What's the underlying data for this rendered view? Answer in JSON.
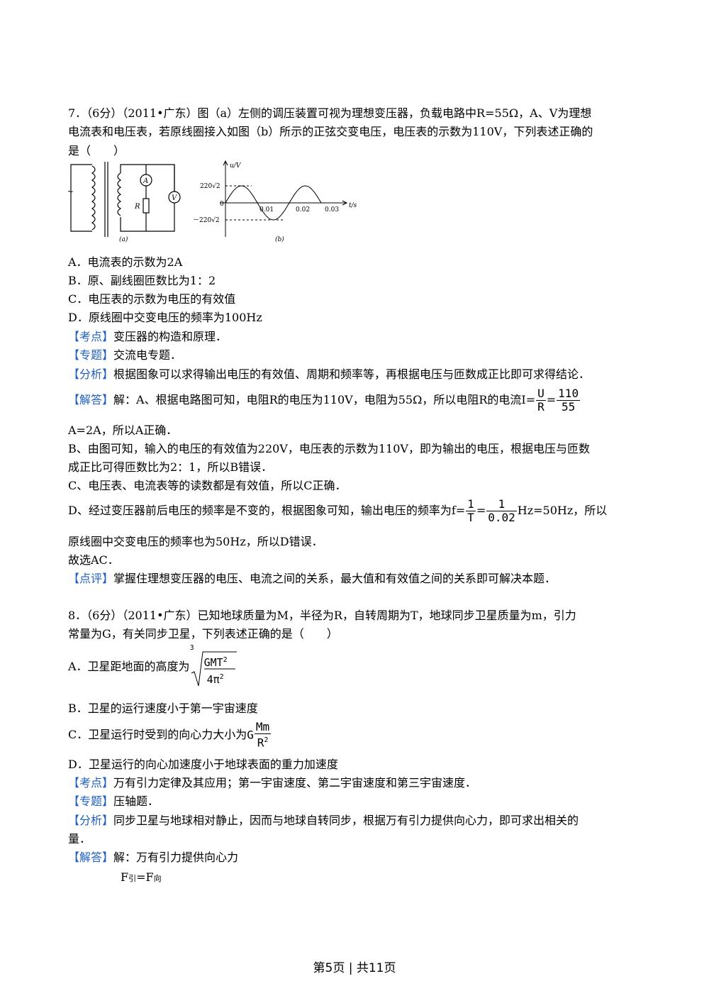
{
  "q7": {
    "stem_line1": "7．（6分）（2011•广东）图（a）左侧的调压装置可视为理想变压器，负载电路中R=55Ω，A、V为理想",
    "stem_line2": "电流表和电压表，若原线圈接入如图（b）所示的正弦交变电压，电压表的示数为110V，下列表述正确的",
    "stem_line3": "是（　　）",
    "figure": {
      "circuit_label": "(a)",
      "ammeter": "A",
      "voltmeter": "V",
      "resistor": "R",
      "source": "~",
      "graph_label": "(b)",
      "y_axis": "u/V",
      "x_axis": "t/s",
      "y_max_label": "220√2",
      "y_min_label": "－220√2",
      "origin": "0",
      "ticks": [
        "0.01",
        "0.02",
        "0.03"
      ]
    },
    "opt_a": "A．电流表的示数为2A",
    "opt_b": "B．原、副线圈匝数比为1：2",
    "opt_c": "C．电压表的示数为电压的有效值",
    "opt_d": "D．原线圈中交变电压的频率为100Hz",
    "kd_tag": "【考点】",
    "kd": "变压器的构造和原理．",
    "zt_tag": "【专题】",
    "zt": "交流电专题．",
    "fx_tag": "【分析】",
    "fx": "根据图象可以求得输出电压的有效值、周期和频率等，再根据电压与匝数成正比即可求得结论．",
    "jd_tag": "【解答】",
    "jd1": "解：A、根据电路图可知，电阻R的电压为110V，电阻为55Ω，所以电阻R的电流I=",
    "jd1_frac1_n": "U",
    "jd1_frac1_d": "R",
    "jd1_frac2_n": "110",
    "jd1_frac2_d": "55",
    "jd2": "A=2A，所以A正确．",
    "jd3": "B、由图可知，输入的电压的有效值为220V，电压表的示数为110V，即为输出的电压，根据电压与匝数",
    "jd4": "成正比可得匝数比为2：1，所以B错误．",
    "jd5": "C、电压表、电流表等的读数都是有效值，所以C正确．",
    "jd6_a": "D、经过变压器前后电压的频率是不变的，根据图象可知，输出电压的频率为f=",
    "jd6_f1n": "1",
    "jd6_f1d": "T",
    "jd6_f2n": "1",
    "jd6_f2d": "0.02",
    "jd6_b": "Hz=50Hz，所以",
    "jd7": "原线圈中交变电压的频率也为50Hz，所以D错误．",
    "jd8": "故选AC．",
    "dp_tag": "【点评】",
    "dp": "掌握住理想变压器的电压、电流之间的关系，最大值和有效值之间的关系即可解决本题．"
  },
  "q8": {
    "stem_line1": "8．（6分）（2011•广东）已知地球质量为M，半径为R，自转周期为T，地球同步卫星质量为m，引力",
    "stem_line2": "常量为G，有关同步卫星，下列表述正确的是（　　）",
    "opt_a": "A．卫星距地面的高度为",
    "opt_a_idx": "3",
    "opt_a_n": "GMT",
    "opt_a_n_exp": "2",
    "opt_a_d": "4π",
    "opt_a_d_exp": "2",
    "opt_b": "B．卫星的运行速度小于第一宇宙速度",
    "opt_c": "C．卫星运行时受到的向心力大小为",
    "opt_c_g": "G",
    "opt_c_n": "Mm",
    "opt_c_d": "R",
    "opt_c_d_exp": "2",
    "opt_d": "D．卫星运行的向心加速度小于地球表面的重力加速度",
    "kd_tag": "【考点】",
    "kd": "万有引力定律及其应用；第一宇宙速度、第二宇宙速度和第三宇宙速度．",
    "zt_tag": "【专题】",
    "zt": "压轴题．",
    "fx_tag": "【分析】",
    "fx1": "同步卫星与地球相对静止，因而与地球自转同步，根据万有引力提供向心力，即可求出相关的",
    "fx2": "量．",
    "jd_tag": "【解答】",
    "jd1": "解：万有引力提供向心力",
    "eq_f1": "F",
    "eq_sub1": "引",
    "eq_mid": "=F",
    "eq_sub2": "向"
  },
  "footer": "第5页 | 共11页"
}
